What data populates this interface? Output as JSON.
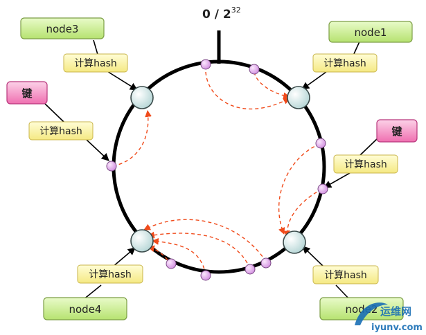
{
  "top_label": "0 / 2",
  "top_label_exp": "32",
  "compute_label": "计算hash",
  "nodes": {
    "node1": "node1",
    "node2": "node2",
    "node3": "node3",
    "node4": "node4"
  },
  "key_label": "键",
  "watermark": {
    "main": "运维网",
    "sub": "iyunv.com"
  },
  "colors": {
    "ring": "#000000",
    "node_box_fill": "#c6ef8a",
    "node_box_stroke": "#7c9e45",
    "hash_box_fill": "#fbf59c",
    "hash_box_stroke": "#c9b54b",
    "key_box_fill": "#f58fc2",
    "key_box_stroke": "#b8367c",
    "server_fill": "#d8ecec",
    "data_point_fill": "#e7b6ee",
    "dashed_arrow": "#f04a1a"
  }
}
